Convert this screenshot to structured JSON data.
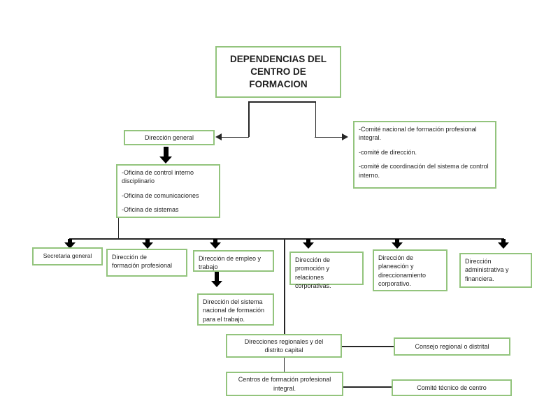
{
  "diagram": {
    "title_lines": [
      "DEPENDENCIAS DEL",
      "CENTRO DE",
      "FORMACION"
    ],
    "direccion_general": "Dirección general",
    "oficinas_items": [
      "-Oficina de control interno disciplinario",
      "-Oficina de comunicaciones",
      "-Oficina de sistemas"
    ],
    "comites_items": [
      "-Comité nacional de formación profesional integral.",
      "-comité de dirección.",
      "-comité de coordinación del sistema de control interno."
    ],
    "secretaria": "Secretaria general",
    "formacion_lines": [
      "Dirección de",
      "formación profesional"
    ],
    "empleo_lines": [
      "Dirección de empleo y",
      "trabajo"
    ],
    "promocion_lines": [
      "Dirección de",
      "promoción y relaciones",
      "corporativas."
    ],
    "planeacion_lines": [
      "Dirección de",
      "planeación y",
      "direccionamiento",
      "corporativo."
    ],
    "administrativa_lines": [
      "Dirección",
      "administrativa y",
      "financiera."
    ],
    "sistema_lines": [
      "Dirección del sistema",
      "nacional de formación",
      "para el trabajo."
    ],
    "regionales_lines": [
      "Direcciones regionales y del",
      "distrito capital"
    ],
    "consejo": "Consejo regional o distrital",
    "centros_lines": [
      "Centros de formación profesional",
      "integral."
    ],
    "comite_tecnico": "Comité técnico de centro",
    "colors": {
      "box_border": "#93c47d",
      "line": "#262626",
      "arrow": "#000000",
      "text": "#1f1f1f",
      "background": "#ffffff"
    }
  }
}
